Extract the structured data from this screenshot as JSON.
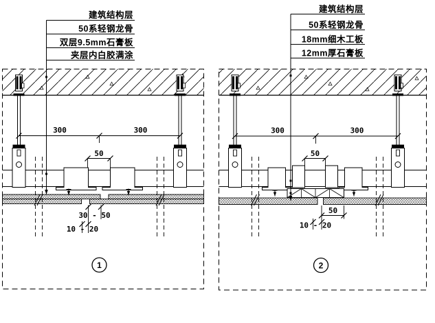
{
  "drawing": {
    "background_color": "#ffffff",
    "line_color": "#000000",
    "details": [
      {
        "number": "1",
        "callouts": [
          "建筑结构层",
          "50系轻钢龙骨",
          "双层9.5mm石膏板",
          "夹层内白胶满涂"
        ],
        "dims": {
          "span_left": "300",
          "span_right": "300",
          "keel_gap": "50",
          "joint_stagger": "30 - 50",
          "panel_gap": "10 - 20"
        }
      },
      {
        "number": "2",
        "callouts": [
          "建筑结构层",
          "50系轻钢龙骨",
          "18mm细木工板",
          "12mm厚石膏板"
        ],
        "dims": {
          "span_left": "300",
          "span_right": "300",
          "keel_gap": "50",
          "board_edge": "50",
          "panel_gap": "10 - 20"
        }
      }
    ]
  }
}
